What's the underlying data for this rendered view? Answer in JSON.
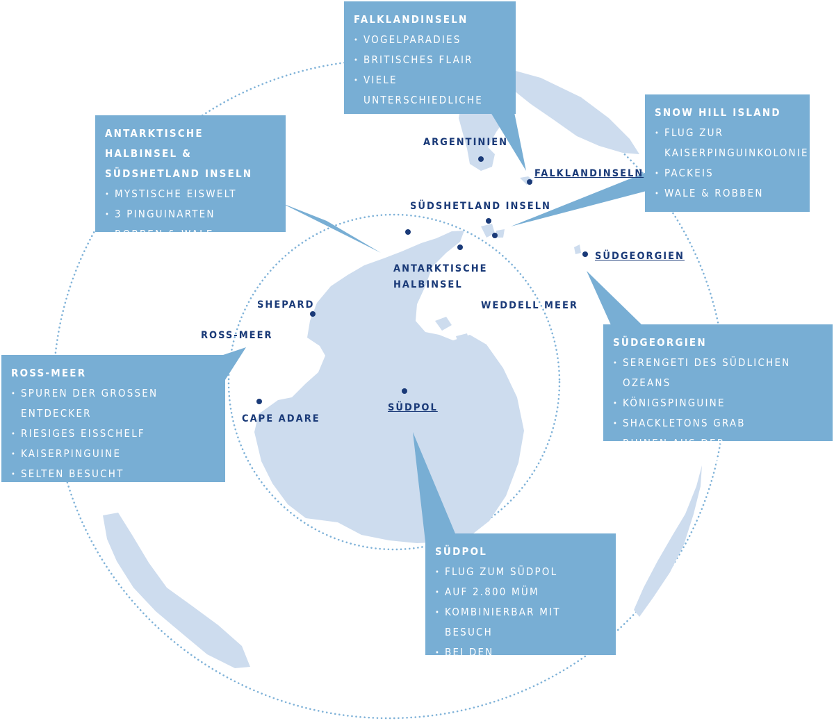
{
  "boxes": {
    "falkland": {
      "title": "FALKLANDINSELN",
      "items": [
        "VOGELPARADIES",
        "BRITISCHES FLAIR",
        "VIELE UNTERSCHIEDLICHE PINGUINARTEN"
      ]
    },
    "snowhill": {
      "title": "SNOW HILL ISLAND",
      "items": [
        "FLUG ZUR KAISERPINGUINKOLONIE",
        "PACKEIS",
        "WALE & ROBBEN"
      ]
    },
    "halbinsel": {
      "title_line1": "ANTARKTISCHE HALBINSEL &",
      "title_line2": "SÜDSHETLAND INSELN",
      "items": [
        "MYSTISCHE EISWELT",
        "3 PINGUINARTEN",
        "ROBBEN & WALE"
      ]
    },
    "sudgeorgien": {
      "title": "SÜDGEORGIEN",
      "items": [
        "SERENGETI DES SÜDLICHEN OZEANS",
        "KÖNIGSPINGUINE",
        "SHACKLETONS GRAB",
        "RUINEN AUS DER WALFÄNGERZEIT"
      ]
    },
    "rossmeer": {
      "title": "ROSS-MEER",
      "items": [
        "SPUREN DER GROSSEN ENTDECKER",
        "RIESIGES EISSCHELF",
        "KAISERPINGUINE",
        "SELTEN BESUCHT"
      ]
    },
    "sudpol": {
      "title": "SÜDPOL",
      "items": [
        "FLUG ZUM SÜDPOL",
        "AUF 2.800 müM",
        "KOMBINIERBAR MIT BESUCH",
        "BEI DEN KAISERPINGUINEN"
      ]
    }
  },
  "labels": {
    "argentinien": "ARGENTINIEN",
    "falklandinseln": "FALKLANDINSELN",
    "sudshetland": "SÜDSHETLAND INSELN",
    "sudgeorgien": "SÜDGEORGIEN",
    "antarktische_line1": "ANTARKTISCHE",
    "antarktische_line2": "HALBINSEL",
    "shepard": "SHEPARD",
    "weddell": "WEDDELL MEER",
    "rossmeer": "ROSS-MEER",
    "sudpol": "SÜDPOL",
    "capeadare": "CAPE ADARE"
  },
  "colors": {
    "land": "#cddcee",
    "box": "#78aed4",
    "dots": "#1a3a78",
    "ring": "#7fb2d8"
  }
}
